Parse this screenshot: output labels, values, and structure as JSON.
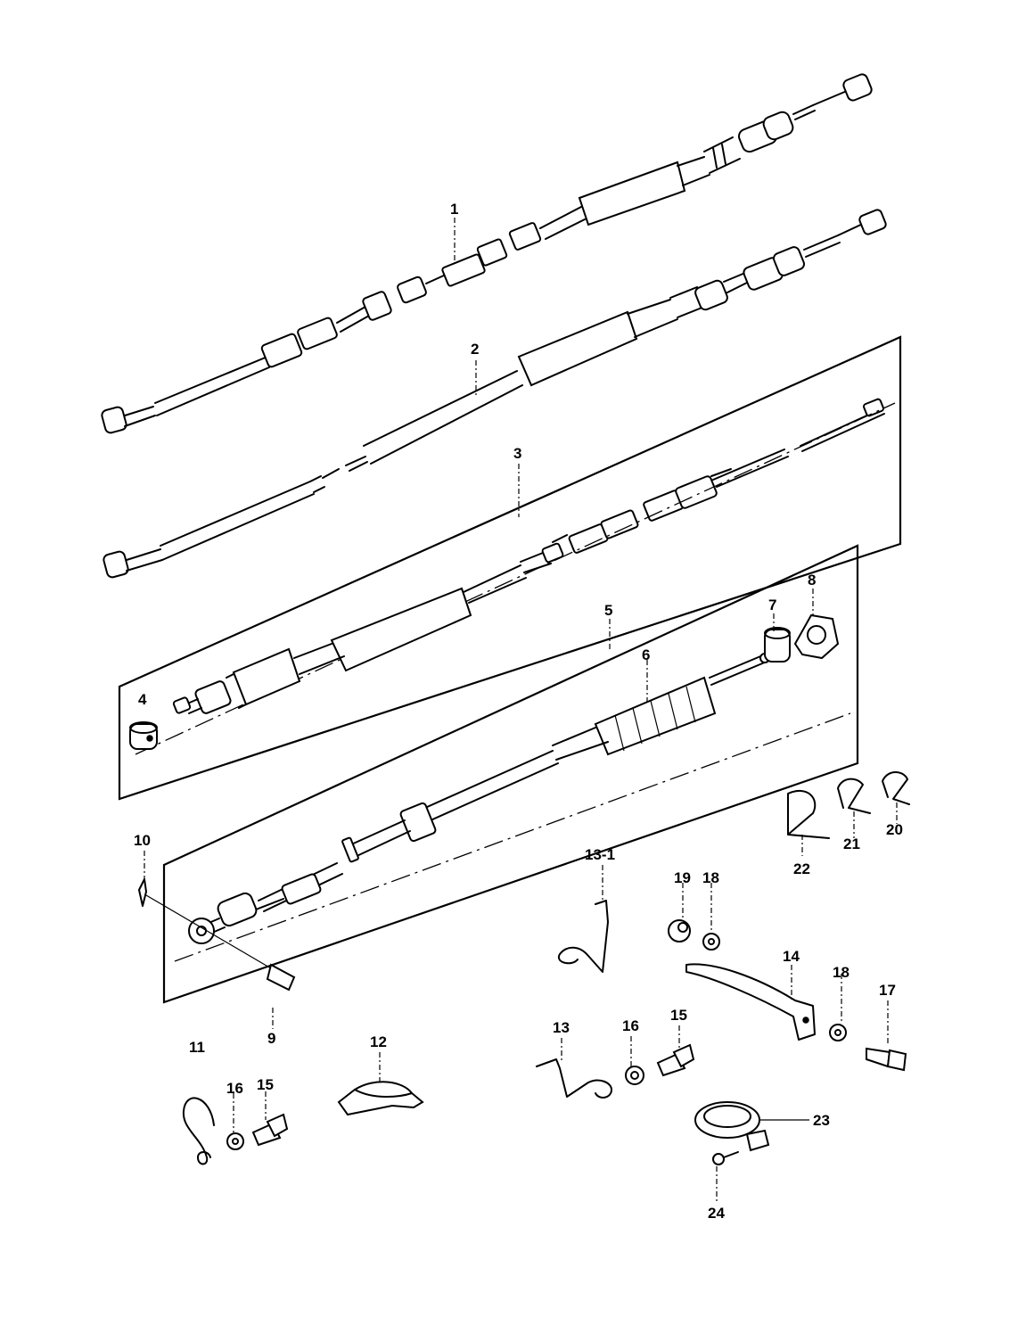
{
  "callouts": {
    "p1": "1",
    "p2": "2",
    "p3": "3",
    "p4": "4",
    "p5": "5",
    "p6": "6",
    "p7": "7",
    "p8": "8",
    "p9": "9",
    "p10": "10",
    "p11": "11",
    "p12": "12",
    "p13": "13",
    "p13_1": "13-1",
    "p14": "14",
    "p15a": "15",
    "p15b": "15",
    "p16a": "16",
    "p16b": "16",
    "p17": "17",
    "p18a": "18",
    "p18b": "18",
    "p19": "19",
    "p20": "20",
    "p21": "21",
    "p22": "22",
    "p23": "23",
    "p24": "24"
  }
}
